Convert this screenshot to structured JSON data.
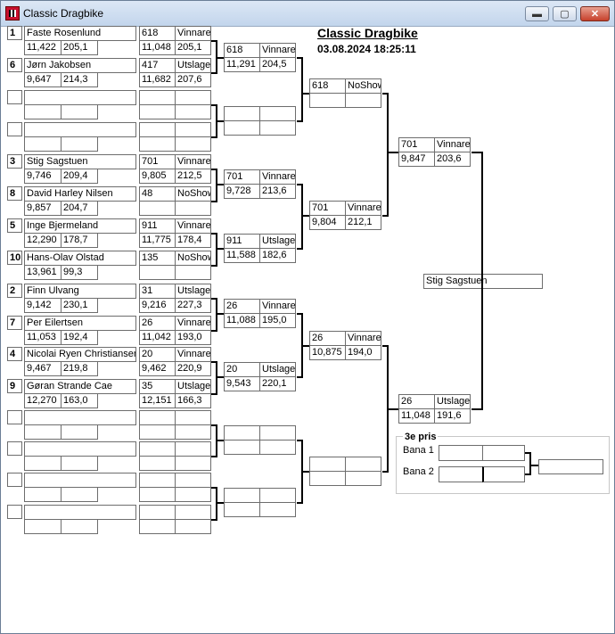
{
  "window": {
    "title": "Classic Dragbike",
    "minimize": "▬",
    "maximize": "▢",
    "close": "✕"
  },
  "event": {
    "title": "Classic Dragbike",
    "datetime": "03.08.2024 18:25:11"
  },
  "round1": [
    {
      "seed": "1",
      "name": "Faste Rosenlund",
      "time": "11,422",
      "speed": "205,1",
      "nr": "618",
      "status": "Vinnare",
      "rtime": "11,048",
      "rspeed": "205,1"
    },
    {
      "seed": "6",
      "name": "Jørn Jakobsen",
      "time": "9,647",
      "speed": "214,3",
      "nr": "417",
      "status": "Utslager",
      "rtime": "11,682",
      "rspeed": "207,6"
    },
    {
      "seed": "",
      "name": "",
      "time": "",
      "speed": "",
      "nr": "",
      "status": "",
      "rtime": "",
      "rspeed": ""
    },
    {
      "seed": "",
      "name": "",
      "time": "",
      "speed": "",
      "nr": "",
      "status": "",
      "rtime": "",
      "rspeed": ""
    },
    {
      "seed": "3",
      "name": "Stig Sagstuen",
      "time": "9,746",
      "speed": "209,4",
      "nr": "701",
      "status": "Vinnare",
      "rtime": "9,805",
      "rspeed": "212,5"
    },
    {
      "seed": "8",
      "name": "David Harley Nilsen",
      "time": "9,857",
      "speed": "204,7",
      "nr": "48",
      "status": "NoShow",
      "rtime": "",
      "rspeed": ""
    },
    {
      "seed": "5",
      "name": "Inge Bjermeland",
      "time": "12,290",
      "speed": "178,7",
      "nr": "911",
      "status": "Vinnare",
      "rtime": "11,775",
      "rspeed": "178,4"
    },
    {
      "seed": "10",
      "name": "Hans-Olav Olstad",
      "time": "13,961",
      "speed": "99,3",
      "nr": "135",
      "status": "NoShow",
      "rtime": "",
      "rspeed": ""
    },
    {
      "seed": "2",
      "name": "Finn Ulvang",
      "time": "9,142",
      "speed": "230,1",
      "nr": "31",
      "status": "Utslager",
      "rtime": "9,216",
      "rspeed": "227,3"
    },
    {
      "seed": "7",
      "name": "Per  Eilertsen",
      "time": "11,053",
      "speed": "192,4",
      "nr": "26",
      "status": "Vinnare",
      "rtime": "11,042",
      "rspeed": "193,0"
    },
    {
      "seed": "4",
      "name": "Nicolai Ryen Christiansen",
      "time": "9,467",
      "speed": "219,8",
      "nr": "20",
      "status": "Vinnare",
      "rtime": "9,462",
      "rspeed": "220,9"
    },
    {
      "seed": "9",
      "name": "Gøran Strande  Cae",
      "time": "12,270",
      "speed": "163,0",
      "nr": "35",
      "status": "Utslager",
      "rtime": "12,151",
      "rspeed": "166,3"
    },
    {
      "seed": "",
      "name": "",
      "time": "",
      "speed": "",
      "nr": "",
      "status": "",
      "rtime": "",
      "rspeed": ""
    },
    {
      "seed": "",
      "name": "",
      "time": "",
      "speed": "",
      "nr": "",
      "status": "",
      "rtime": "",
      "rspeed": ""
    },
    {
      "seed": "",
      "name": "",
      "time": "",
      "speed": "",
      "nr": "",
      "status": "",
      "rtime": "",
      "rspeed": ""
    },
    {
      "seed": "",
      "name": "",
      "time": "",
      "speed": "",
      "nr": "",
      "status": "",
      "rtime": "",
      "rspeed": ""
    }
  ],
  "round2": [
    {
      "nr": "618",
      "status": "Vinnare",
      "time": "11,291",
      "speed": "204,5"
    },
    {
      "nr": "",
      "status": "",
      "time": "",
      "speed": ""
    },
    {
      "nr": "701",
      "status": "Vinnare",
      "time": "9,728",
      "speed": "213,6"
    },
    {
      "nr": "911",
      "status": "Utslager",
      "time": "11,588",
      "speed": "182,6"
    },
    {
      "nr": "26",
      "status": "Vinnare",
      "time": "11,088",
      "speed": "195,0"
    },
    {
      "nr": "20",
      "status": "Utslager",
      "time": "9,543",
      "speed": "220,1"
    },
    {
      "nr": "",
      "status": "",
      "time": "",
      "speed": ""
    },
    {
      "nr": "",
      "status": "",
      "time": "",
      "speed": ""
    }
  ],
  "round3": [
    {
      "nr": "618",
      "status": "NoShow",
      "time": "",
      "speed": ""
    },
    {
      "nr": "701",
      "status": "Vinnare",
      "time": "9,804",
      "speed": "212,1"
    },
    {
      "nr": "26",
      "status": "Vinnare",
      "time": "10,875",
      "speed": "194,0"
    },
    {
      "nr": "",
      "status": "",
      "time": "",
      "speed": ""
    }
  ],
  "round4": [
    {
      "nr": "701",
      "status": "Vinnare",
      "time": "9,847",
      "speed": "203,6"
    },
    {
      "nr": "26",
      "status": "Utslager",
      "time": "11,048",
      "speed": "191,6"
    }
  ],
  "winner": "Stig Sagstuen",
  "third": {
    "label": "3e pris",
    "lane1": "Bana 1",
    "lane2": "Bana 2",
    "winner": ""
  }
}
